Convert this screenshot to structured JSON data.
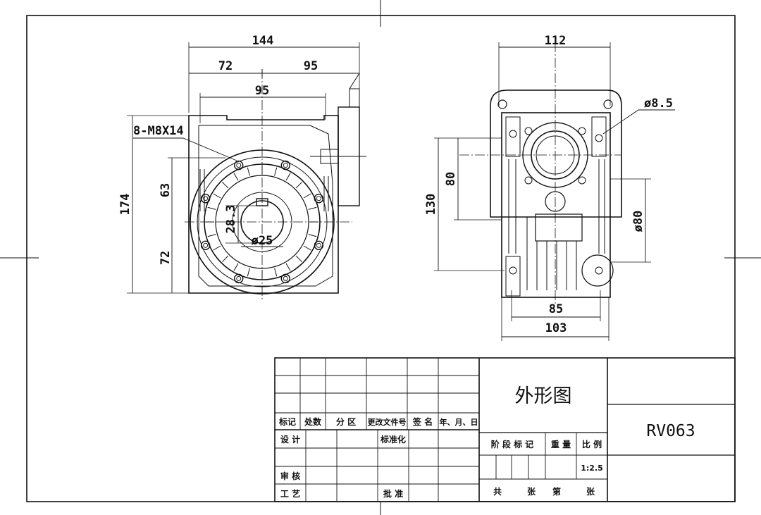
{
  "front_view": {
    "dims": {
      "overall_width": "144",
      "left_width": "72",
      "right_width": "95",
      "flange_width": "95",
      "tapped_holes": "8-M8X14",
      "overall_height": "174",
      "upper_height": "63",
      "lower_height": "72",
      "keyway": "28.3",
      "bore": "ø25"
    }
  },
  "side_view": {
    "dims": {
      "width": "112",
      "hole": "ø8.5",
      "height_130": "130",
      "height_80": "80",
      "spigot": "ø80",
      "base_85": "85",
      "base_103": "103"
    }
  },
  "title_block": {
    "labels": {
      "mark": "标记",
      "count": "处数",
      "zone": "分 区",
      "doc": "更改文件号",
      "sign": "签 名",
      "date": "年、月、日",
      "design": "设 计",
      "standard": "标准化",
      "stage": "阶 段 标 记",
      "weight": "重 量",
      "scale": "比 例",
      "review": "审 核",
      "process": "工 艺",
      "approve": "批 准",
      "total": "共",
      "sheets1": "张",
      "page": "第",
      "sheets2": "张"
    },
    "drawing_name": "外形图",
    "model": "RV063",
    "scale_value": "1:2.5"
  }
}
